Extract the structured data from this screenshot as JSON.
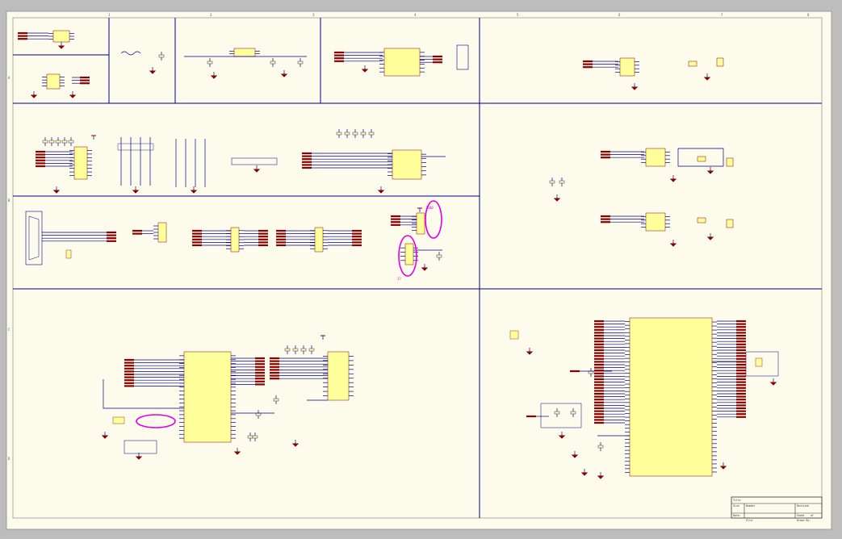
{
  "sheet": {
    "background": "#fdfbec",
    "frame_color": "#9a9a9a",
    "wire_color": "#00008b",
    "component_color": "#ffff9c",
    "net_label_color": "#8b0000",
    "highlight_color": "#e000e0",
    "ground_color": "#8b0000"
  },
  "border": {
    "top_columns": [
      "1",
      "2",
      "3",
      "4",
      "5",
      "6",
      "7",
      "8"
    ],
    "side_rows": [
      "A",
      "B",
      "C",
      "D"
    ]
  },
  "annotations": {
    "circle_top_label": "J400",
    "circle_left_label": "J?"
  },
  "title_block": {
    "title_label": "Title",
    "size_label": "Size",
    "number_label": "Number",
    "revision_label": "Revision",
    "date_label": "Date:",
    "file_label": "File:",
    "sheet_label": "Sheet",
    "of_label": "of",
    "drawn_by_label": "Drawn By:"
  }
}
